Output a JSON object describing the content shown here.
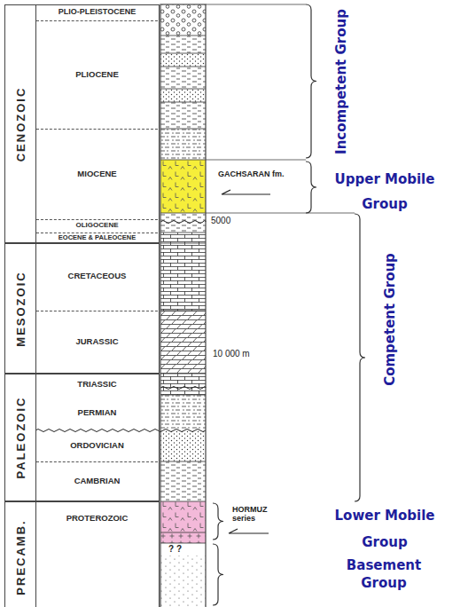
{
  "diagram": {
    "nodes": [
      {
        "text": [
          "CENOZOIC"
        ]
      },
      {
        "text": [
          "PLIO-PLEISTOCENE"
        ],
        "in": 0
      },
      {
        "text": [
          "PLIOCENE"
        ],
        "in": 0
      },
      {
        "text": [
          "MIOCENE"
        ],
        "in": 0
      },
      {
        "text": [
          "OLIGOCENE"
        ],
        "in": 0
      },
      {
        "text": [
          "EOCENE & PALEOCENE"
        ],
        "in": 0
      },
      {
        "text": [
          "MESOZOIC"
        ]
      },
      {
        "text": [
          "CRETACEOUS"
        ],
        "in": 6
      },
      {
        "text": [
          "JURASSIC"
        ],
        "in": 6
      },
      {
        "text": [
          "PALEOZOIC"
        ]
      },
      {
        "text": [
          "TRIASSIC"
        ],
        "in": 9
      },
      {
        "text": [
          "PERMIAN"
        ],
        "in": 9
      },
      {
        "text": [
          "ORDOVICIAN"
        ],
        "in": 9
      },
      {
        "text": [
          "CAMBRIAN"
        ],
        "in": 9
      },
      {
        "text": [
          "PRECAMB."
        ]
      },
      {
        "text": [
          "PROTEROZOIC"
        ],
        "in": 14
      }
    ],
    "labels": [
      "5000",
      "10 000 m",
      "GACHSARAN fm.",
      "HORMUZ series",
      "? ?",
      "Incompetent Group",
      "Upper Mobile Group",
      "Competent Group",
      "Lower Mobile Group",
      "Basement Group"
    ]
  }
}
